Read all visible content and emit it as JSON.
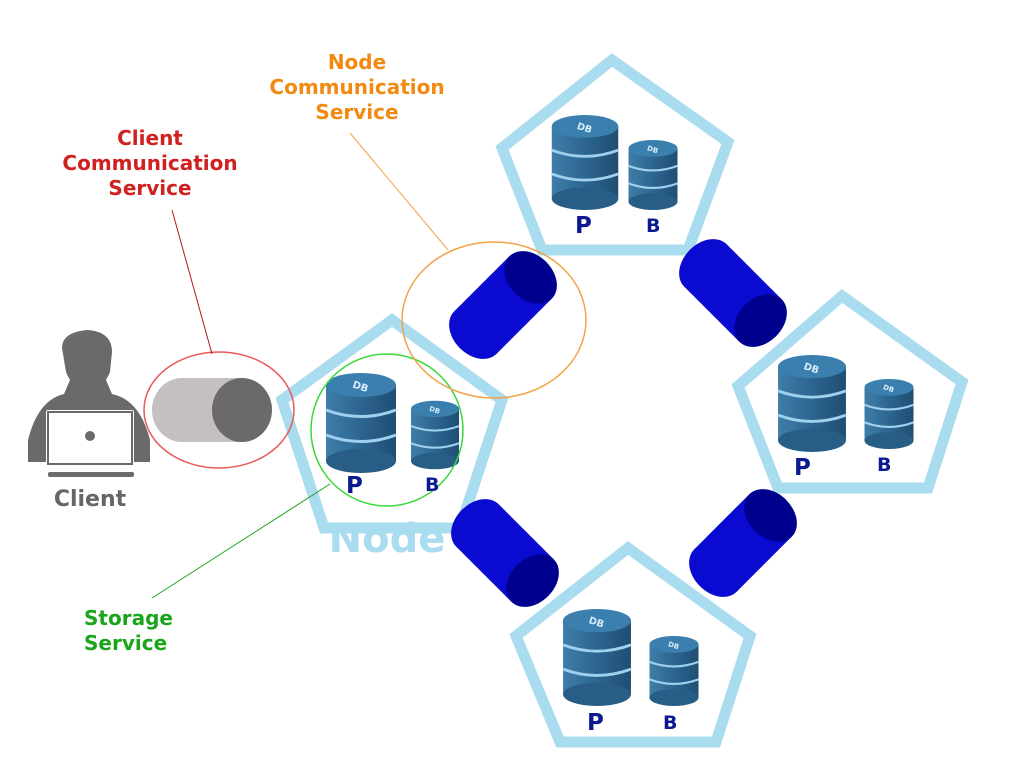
{
  "labels": {
    "node_comm": [
      "Node",
      "Communication",
      "Service"
    ],
    "client_comm": [
      "Client",
      "Communication",
      "Service"
    ],
    "storage": [
      "Storage",
      "Service"
    ],
    "client": "Client",
    "node": "Node"
  },
  "db_icon_text": "DB",
  "nodes": [
    {
      "primary": "P",
      "backup": "B"
    },
    {
      "primary": "P",
      "backup": "B"
    },
    {
      "primary": "P",
      "backup": "B"
    },
    {
      "primary": "P",
      "backup": "B"
    }
  ],
  "colors": {
    "node_comm": "#f28a12",
    "client_comm": "#d0201f",
    "storage": "#1aa51a",
    "client": "#666666",
    "node_outline": "#a8dcee",
    "link_blue": "#0a0ad0",
    "db_blue": "#2f6d96",
    "pb_text": "#0c1a8f"
  },
  "icons": [
    "user-with-laptop-icon",
    "database-icon",
    "connector-icon"
  ]
}
